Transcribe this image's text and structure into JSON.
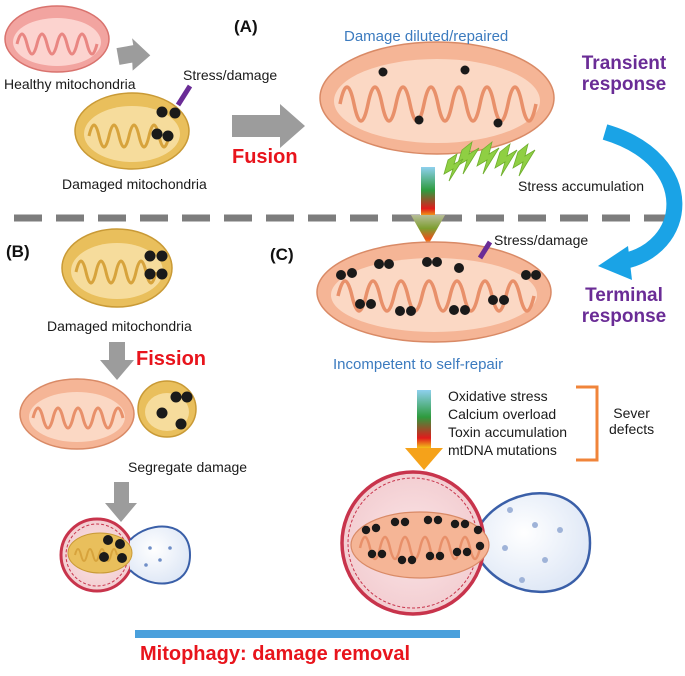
{
  "labels": {
    "healthy": "Healthy mitochondria",
    "stress_damage_a": "Stress/damage",
    "damaged_a": "Damaged mitochondria",
    "panel_a": "(A)",
    "fusion": "Fusion",
    "damage_diluted": "Damage diluted/repaired",
    "transient_1": "Transient",
    "transient_2": "response",
    "stress_accumulation": "Stress accumulation",
    "panel_b": "(B)",
    "panel_c": "(C)",
    "stress_damage_c": "Stress/damage",
    "terminal_1": "Terminal",
    "terminal_2": "response",
    "damaged_b": "Damaged mitochondria",
    "fission": "Fission",
    "incompetent": "Incompetent to self-repair",
    "defects": [
      "Oxidative stress",
      "Calcium overload",
      "Toxin accumulation",
      "mtDNA mutations"
    ],
    "sever_1": "Sever",
    "sever_2": "defects",
    "segregate": "Segregate damage",
    "mitophagy": "Mitophagy: damage removal"
  },
  "colors": {
    "healthy_outer": "#f2a4a0",
    "healthy_inner": "#e98682",
    "damaged_outer": "#e9bf5c",
    "damaged_inner": "#d7a33c",
    "large_outer": "#f5b596",
    "large_inner": "#e8906a",
    "damage_dot": "#1a1a1a",
    "arrow_gray": "#9c9c9c",
    "divider": "#7d7d7d",
    "blue_arrow": "#1aa3e6",
    "lightning": "#8fcf43",
    "purple": "#6a2c96",
    "orange_bracket": "#f0843a",
    "blue_bar": "#4aa0dc",
    "lysosome": "#3a5fa8",
    "autophagosome": "#c8344c"
  }
}
